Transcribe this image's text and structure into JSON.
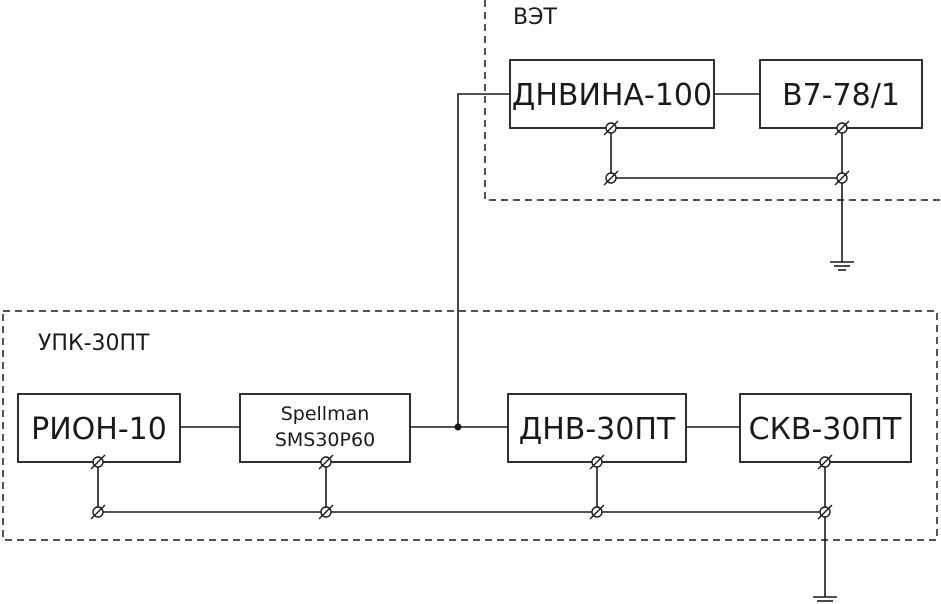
{
  "groups": {
    "top": {
      "label": "ВЭТ"
    },
    "bottom": {
      "label": "УПК-30ПТ"
    }
  },
  "blocks": {
    "dnvina": "ДНВИНА-100",
    "v7": "В7-78/1",
    "rion": "РИОН-10",
    "spellman_line1": "Spellman",
    "spellman_line2": "SMS30P60",
    "dnv": "ДНВ-30ПТ",
    "skv": "СКВ-30ПТ"
  }
}
